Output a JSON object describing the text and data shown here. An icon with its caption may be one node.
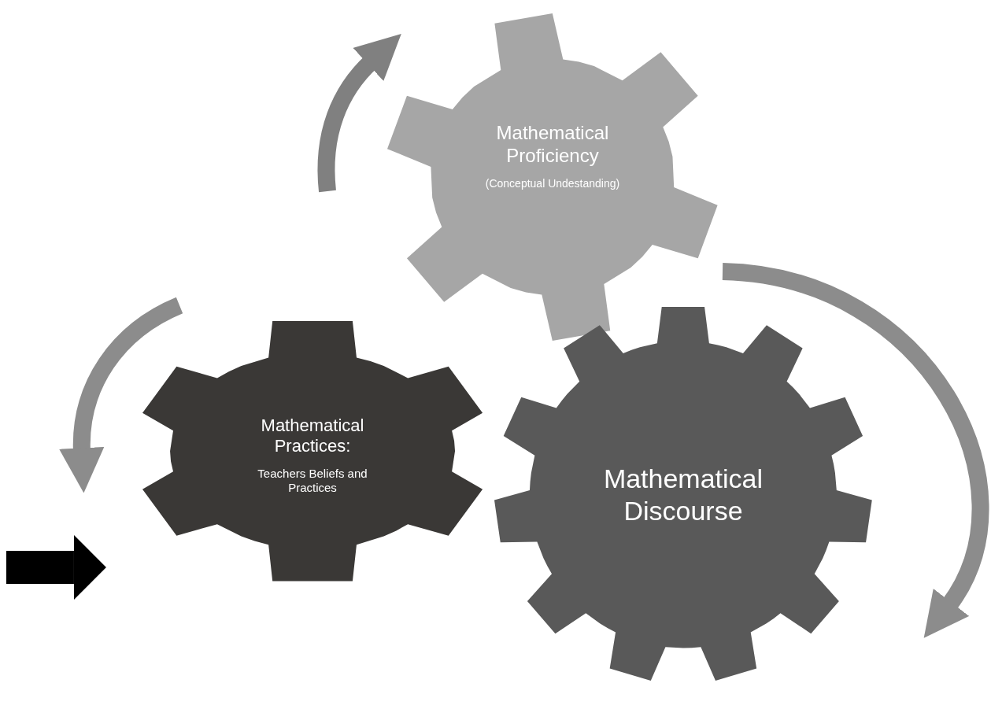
{
  "diagram": {
    "nodes": [
      {
        "text": [
          "Mathematical Proficiency",
          "(Conceptual Undestanding)"
        ]
      },
      {
        "text": [
          "Mathematical Practices:",
          "Teachers Beliefs and Practices"
        ]
      },
      {
        "text": [
          "Mathematical Discourse"
        ]
      }
    ],
    "edges": [
      {
        "from": null,
        "to": 1,
        "arrow": "to"
      }
    ]
  }
}
